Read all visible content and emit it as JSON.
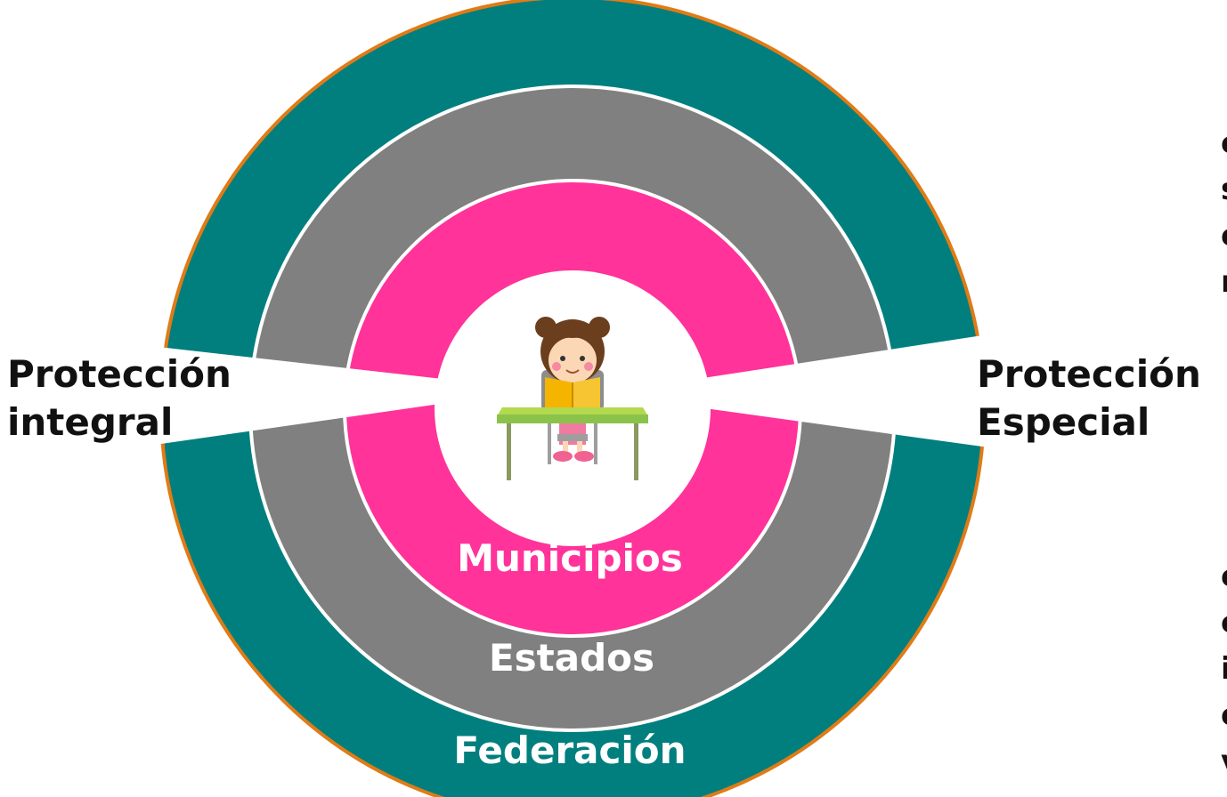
{
  "rings": {
    "outer": {
      "label": "Federación",
      "color": "#007F7E",
      "border": "#E07B16"
    },
    "middle": {
      "label": "Estados",
      "color": "#808080"
    },
    "inner": {
      "label": "Municipios",
      "color": "#FF3399"
    }
  },
  "left_label": {
    "line1": "Protección",
    "line2": "integral"
  },
  "right_label": {
    "line1": "Protección",
    "line2": "Especial"
  },
  "center_icon": "girl-reading-at-desk-icon",
  "clipped_text": {
    "top": [
      "c",
      "s",
      "c",
      "r"
    ],
    "bottom": [
      "c",
      "c",
      "i",
      "c",
      "v"
    ]
  }
}
